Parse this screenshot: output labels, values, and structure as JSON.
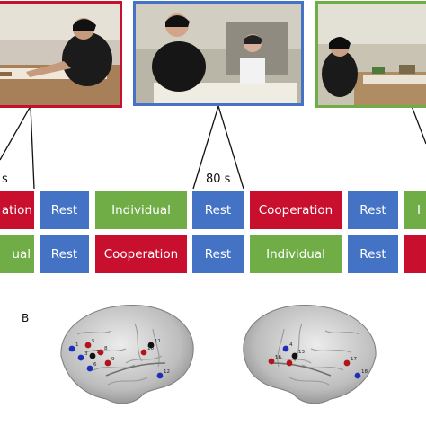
{
  "colors": {
    "red": "#c8102e",
    "blue": "#4472c4",
    "green": "#70ad47"
  },
  "panel_b_label": "B",
  "durations": {
    "left": "s",
    "middle": "80 s"
  },
  "row1": [
    {
      "label": "ation",
      "type": "red"
    },
    {
      "label": "Rest",
      "type": "blue"
    },
    {
      "label": "Individual",
      "type": "green"
    },
    {
      "label": "Rest",
      "type": "blue"
    },
    {
      "label": "Cooperation",
      "type": "red"
    },
    {
      "label": "Rest",
      "type": "blue"
    },
    {
      "label": "I",
      "type": "green"
    }
  ],
  "row2": [
    {
      "label": "ual",
      "type": "green"
    },
    {
      "label": "Rest",
      "type": "blue"
    },
    {
      "label": "Cooperation",
      "type": "red"
    },
    {
      "label": "Rest",
      "type": "blue"
    },
    {
      "label": "Individual",
      "type": "green"
    },
    {
      "label": "Rest",
      "type": "blue"
    },
    {
      "label": "",
      "type": "red"
    }
  ],
  "channels_left": [
    "1",
    "3",
    "5",
    "6",
    "7",
    "8",
    "9",
    "10",
    "11",
    "12"
  ],
  "channels_right": [
    "4",
    "6",
    "13",
    "16",
    "17",
    "18"
  ]
}
